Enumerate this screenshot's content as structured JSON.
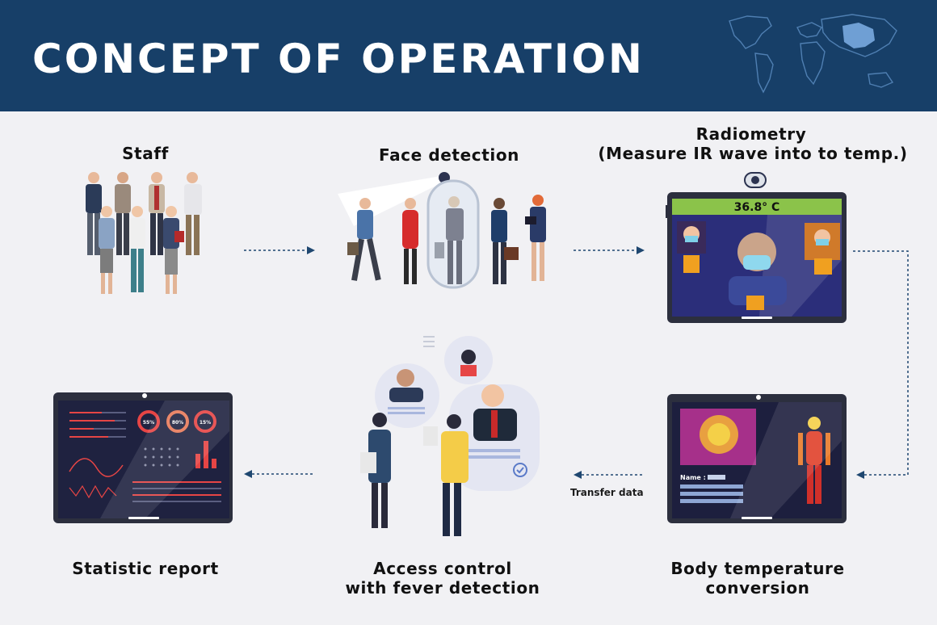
{
  "header": {
    "title": "CONCEPT OF OPERATION"
  },
  "steps": {
    "staff": "Staff",
    "face_detection": "Face detection",
    "radiometry_line1": "Radiometry",
    "radiometry_line2": "(Measure IR wave into to temp.)",
    "body_temp_line1": "Body temperature",
    "body_temp_line2": "conversion",
    "access_line1": "Access control",
    "access_line2": "with fever detection",
    "statistic_report": "Statistic report"
  },
  "radiometry_screen": {
    "temperature": "36.8° C"
  },
  "thermal_screen": {
    "name_label": "Name :"
  },
  "report_screen": {
    "gauges": [
      "55%",
      "80%",
      "15%"
    ]
  },
  "connectors": {
    "transfer_label": "Transfer data"
  },
  "colors": {
    "banner": "#173f68",
    "arrow": "#1f4770",
    "temp_bar": "#8bc34a",
    "screen": "#1f2240"
  }
}
